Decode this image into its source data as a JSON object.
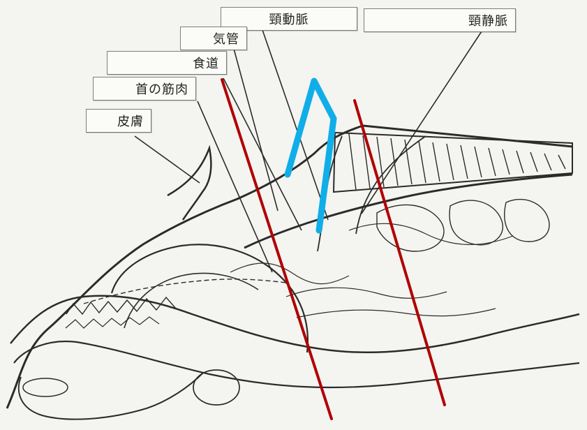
{
  "labels": {
    "carotid_artery": "頸動脈",
    "jugular_vein": "頸静脈",
    "trachea": "気管",
    "esophagus": "食道",
    "neck_muscle": "首の筋肉",
    "skin": "皮膚"
  },
  "colors": {
    "background": "#f4f4f1",
    "sketch": "#2b2b2b",
    "red_cut_line": "#b00000",
    "blue_marker": "#10aee8"
  }
}
